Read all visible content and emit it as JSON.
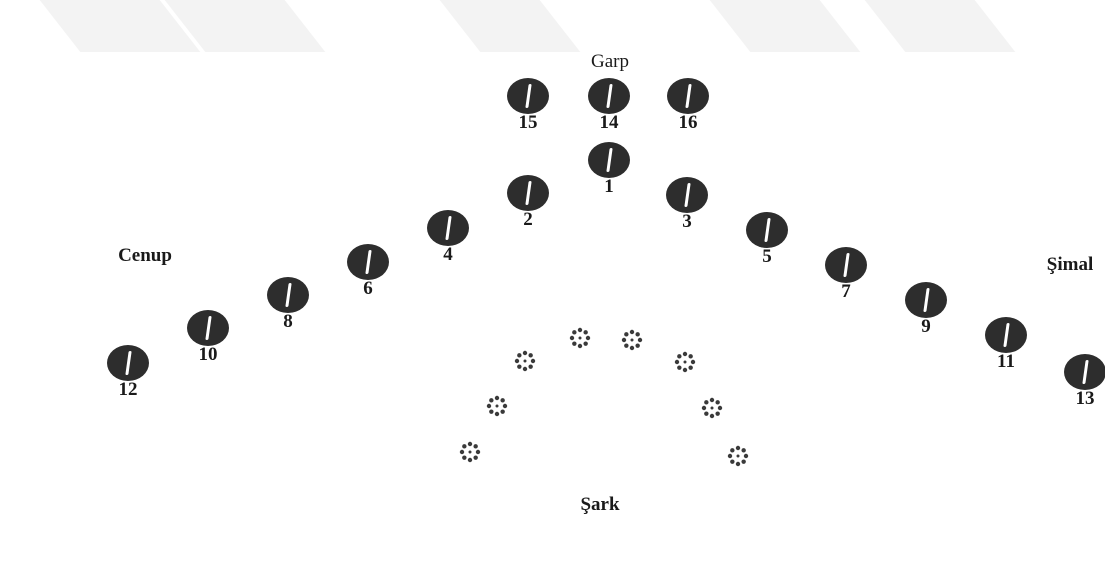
{
  "directions": {
    "top": "Garp",
    "left": "Cenup",
    "right": "Şimal",
    "bottom": "Şark"
  },
  "markers": [
    "1",
    "2",
    "3",
    "4",
    "5",
    "6",
    "7",
    "8",
    "9",
    "10",
    "11",
    "12",
    "13",
    "14",
    "15",
    "16"
  ],
  "colors": {
    "marker": "#2d2d2d",
    "label": "#1a1a1a",
    "watermark": "#f3f3f3"
  },
  "icons": {
    "marker": "split-oval-icon",
    "asterisk": "asterisk-cluster-icon"
  }
}
